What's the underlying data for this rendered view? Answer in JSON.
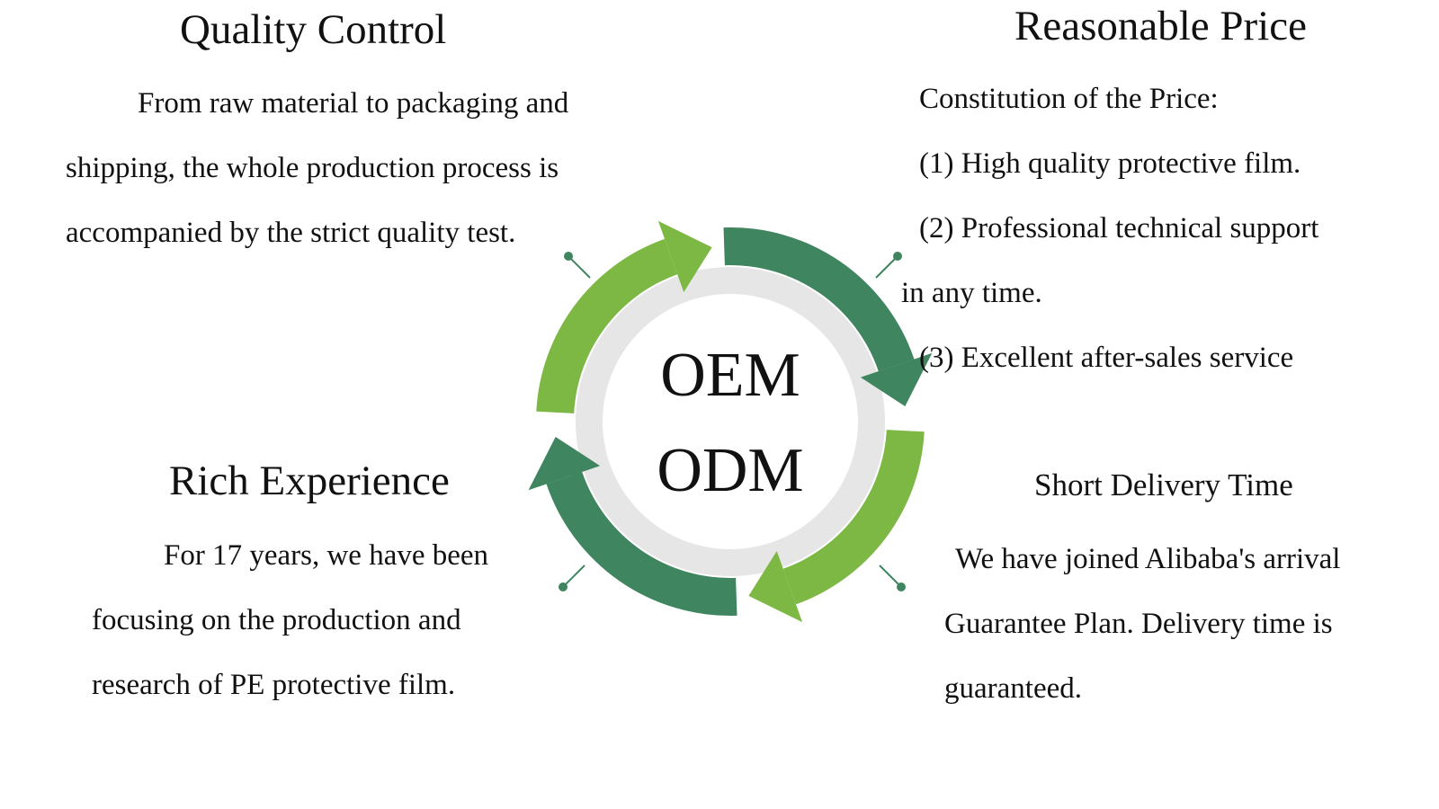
{
  "center": {
    "line1": "OEM",
    "line2": "ODM"
  },
  "quality_control": {
    "title": "Quality Control",
    "body": "From raw material to packaging and shipping, the whole production process is accompanied by the strict quality test."
  },
  "reasonable_price": {
    "title": "Reasonable Price",
    "lines": [
      "Constitution of the Price:",
      "(1) High quality protective film.",
      "(2) Professional technical support",
      "in any time.",
      "(3) Excellent after-sales service"
    ]
  },
  "rich_experience": {
    "title": "Rich Experience",
    "body": "For 17 years, we have been focusing on the production and research of PE protective film."
  },
  "short_delivery": {
    "title": "Short Delivery Time",
    "body": "We have joined Alibaba's arrival Guarantee Plan. Delivery time is guaranteed."
  },
  "colors": {
    "light_green": "#7cb843",
    "dark_green": "#3f8560",
    "inner_ring": "#e6e6e6",
    "text": "#111111"
  }
}
